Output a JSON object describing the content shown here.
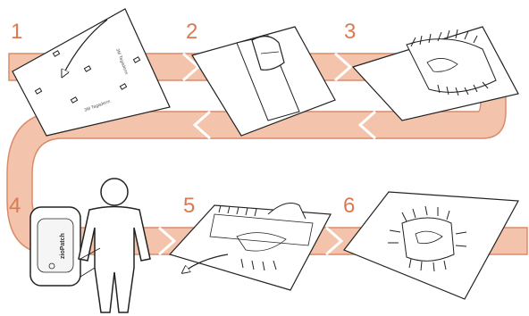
{
  "colors": {
    "ribbon_fill": "#f4c3ab",
    "ribbon_stroke": "#d98c6b",
    "number_color": "#d97a52",
    "line_color": "#222222"
  },
  "steps": [
    {
      "number": "1",
      "icon": "peel-backing-film-icon"
    },
    {
      "number": "2",
      "icon": "attach-patch-holder-icon"
    },
    {
      "number": "3",
      "icon": "adhesive-patch-icon"
    },
    {
      "number": "4",
      "icon": "patient-with-device-icon"
    },
    {
      "number": "5",
      "icon": "remove-liner-icon"
    },
    {
      "number": "6",
      "icon": "applied-patch-icon"
    }
  ],
  "film_label": "3M Tegaderm",
  "device_label": "zioPatch"
}
